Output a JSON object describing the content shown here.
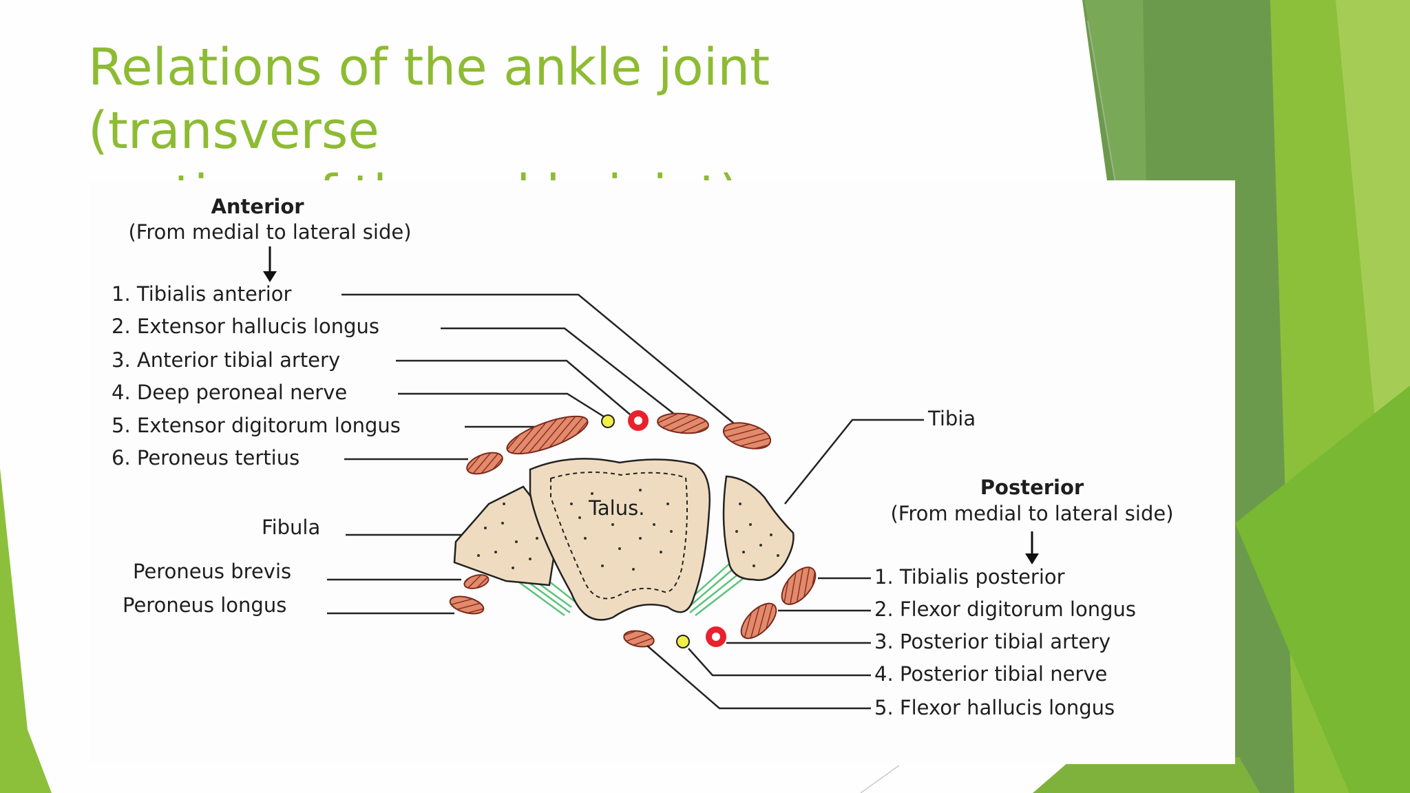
{
  "slide": {
    "title_line1": "Relations of the ankle joint (transverse",
    "title_line2": "section of the ankle joint).",
    "colors": {
      "title": "#8dbb33",
      "theme_green_light": "#8cc03a",
      "theme_green_dark": "#6f9a4e",
      "bone_fill": "#efdcc0",
      "tendon_fill": "#e28a6c",
      "artery": "#e8212c",
      "nerve": "#f2ee4a",
      "ligament": "#5cc27a"
    }
  },
  "diagram": {
    "anterior": {
      "heading": "Anterior",
      "subheading": "(From medial to lateral side)",
      "items": [
        "1. Tibialis anterior",
        "2. Extensor hallucis longus",
        "3. Anterior tibial artery",
        "4. Deep peroneal nerve",
        "5. Extensor digitorum longus",
        "6. Peroneus tertius"
      ]
    },
    "posterior": {
      "heading": "Posterior",
      "subheading": "(From medial to lateral side)",
      "items": [
        "1. Tibialis posterior",
        "2. Flexor digitorum longus",
        "3. Posterior tibial artery",
        "4. Posterior tibial nerve",
        "5. Flexor hallucis longus"
      ]
    },
    "bones": {
      "talus": "Talus.",
      "tibia": "Tibia",
      "fibula": "Fibula"
    },
    "lateral": {
      "peroneus_brevis": "Peroneus brevis",
      "peroneus_longus": "Peroneus longus"
    }
  }
}
